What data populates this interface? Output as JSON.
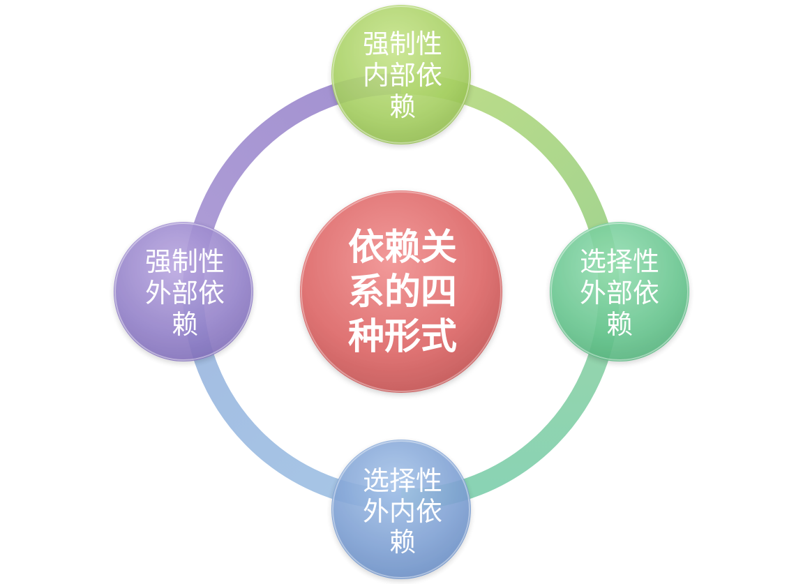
{
  "colors": {
    "background": "#ffffff",
    "center": "#e07a7a",
    "top": "#a9cf6a",
    "right": "#6cc99a",
    "bottom": "#82a6d6",
    "left": "#9a86cc",
    "text": "#ffffff"
  },
  "center": {
    "lines": [
      "依赖关",
      "系的四",
      "种形式"
    ]
  },
  "nodes": {
    "top": {
      "lines": [
        "强制性",
        "内部依",
        "赖"
      ]
    },
    "right": {
      "lines": [
        "选择性",
        "外部依",
        "赖"
      ]
    },
    "bottom": {
      "lines": [
        "选择性",
        "外内依",
        "赖"
      ]
    },
    "left": {
      "lines": [
        "强制性",
        "外部依",
        "赖"
      ]
    }
  }
}
